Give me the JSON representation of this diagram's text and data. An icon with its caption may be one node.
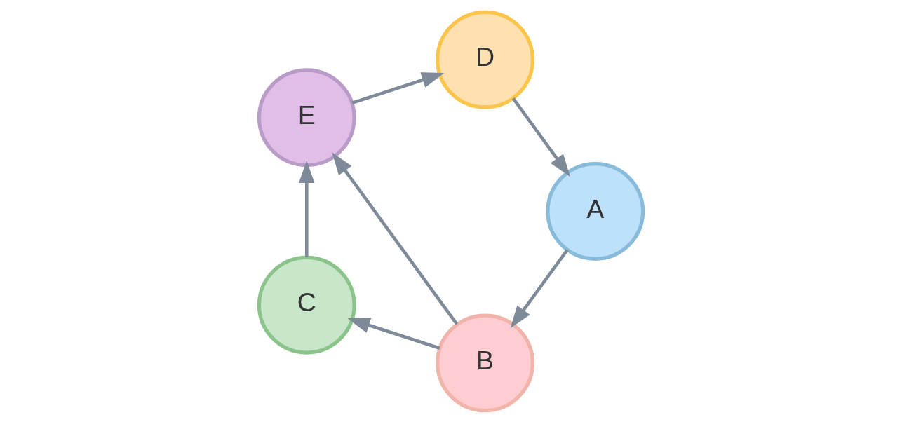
{
  "diagram": {
    "nodes": [
      {
        "text": [
          "A"
        ]
      },
      {
        "text": [
          "B"
        ]
      },
      {
        "text": [
          "C"
        ]
      },
      {
        "text": [
          "D"
        ]
      },
      {
        "text": [
          "E"
        ]
      }
    ],
    "edges": [
      {
        "from": 0,
        "to": 1,
        "arrow": "to"
      },
      {
        "from": 1,
        "to": 2,
        "arrow": "to"
      },
      {
        "from": 1,
        "to": 4,
        "arrow": "to"
      },
      {
        "from": 2,
        "to": 4,
        "arrow": "to"
      },
      {
        "from": 4,
        "to": 3,
        "arrow": "to"
      },
      {
        "from": 3,
        "to": 0,
        "arrow": "to"
      }
    ]
  }
}
